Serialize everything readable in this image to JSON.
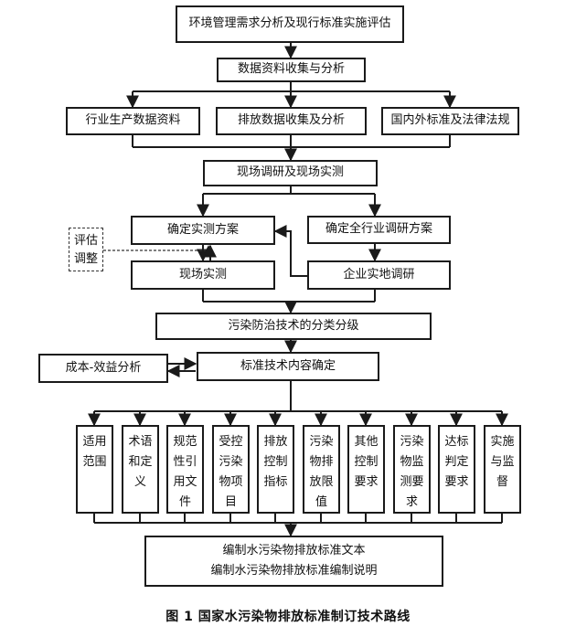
{
  "nodes": {
    "assess": "环境管理需求分析及现行标准实施评估",
    "collect": "数据资料收集与分析",
    "industry_data": "行业生产数据资料",
    "emission_data": "排放数据收集及分析",
    "standards_laws": "国内外标准及法律法规",
    "survey": "现场调研及现场实测",
    "measure_plan": "确定实测方案",
    "industry_plan": "确定全行业调研方案",
    "field_measure": "现场实测",
    "enterprise_survey": "企业实地调研",
    "tech_classify": "污染防治技术的分类分级",
    "cost_benefit": "成本-效益分析",
    "tech_content": "标准技术内容确定",
    "evaluate_adjust": "评估调整"
  },
  "columns": [
    "适用范围",
    "术语和定义",
    "规范性引用文件",
    "受控污染物项目",
    "排放控制指标",
    "污染物排放限值",
    "其他控制要求",
    "污染物监测要求",
    "达标判定要求",
    "实施与监督"
  ],
  "final": {
    "line1": "编制水污染物排放标准文本",
    "line2": "编制水污染物排放标准编制说明"
  },
  "caption": "图 1  国家水污染物排放标准制订技术路线"
}
